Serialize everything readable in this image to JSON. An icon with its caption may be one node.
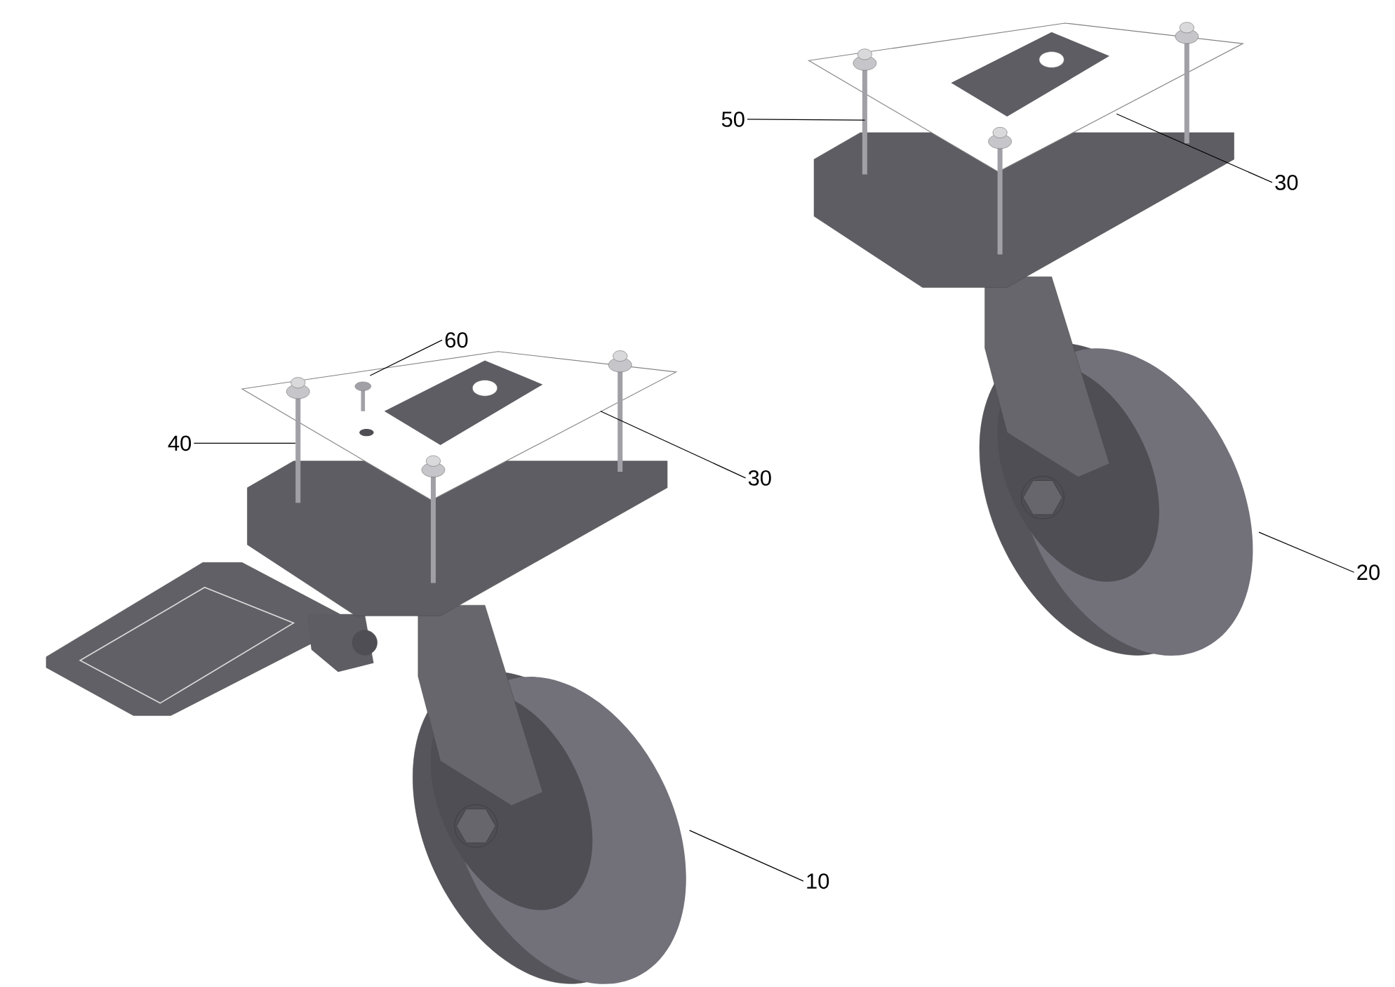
{
  "diagram": {
    "nodes": [
      {
        "text": [
          "50"
        ]
      },
      {
        "text": [
          "30"
        ]
      },
      {
        "text": [
          "60"
        ]
      },
      {
        "text": [
          "40"
        ]
      },
      {
        "text": [
          "30"
        ]
      },
      {
        "text": [
          "20"
        ]
      },
      {
        "text": [
          "10"
        ]
      }
    ],
    "edges": [
      {
        "from": 0,
        "to": null,
        "arrow": "none"
      },
      {
        "from": 1,
        "to": null,
        "arrow": "none"
      },
      {
        "from": 2,
        "to": null,
        "arrow": "none"
      },
      {
        "from": 3,
        "to": null,
        "arrow": "none"
      },
      {
        "from": 4,
        "to": null,
        "arrow": "none"
      },
      {
        "from": 5,
        "to": null,
        "arrow": "none"
      },
      {
        "from": 6,
        "to": null,
        "arrow": "none"
      }
    ]
  }
}
